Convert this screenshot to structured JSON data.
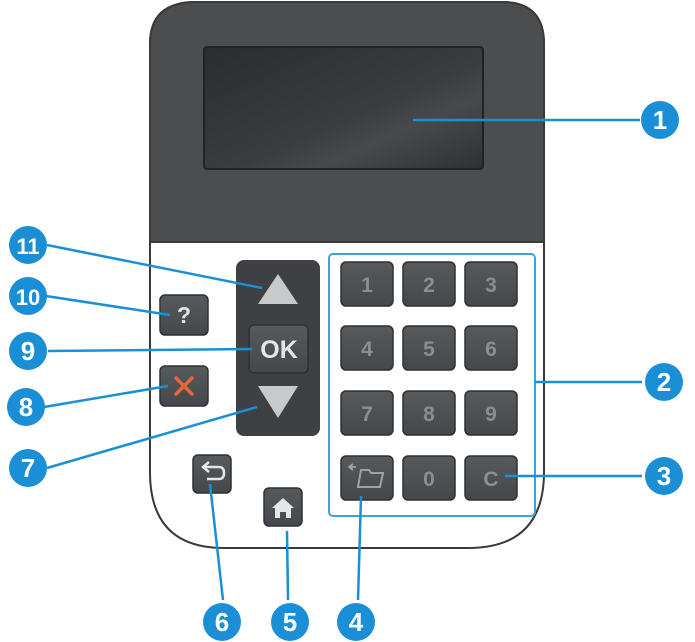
{
  "panel": {
    "keypad_keys": [
      "1",
      "2",
      "3",
      "4",
      "5",
      "6",
      "7",
      "8",
      "9",
      "0",
      "C"
    ],
    "ok_label": "OK",
    "help_label": "?"
  },
  "colors": {
    "bezel": "#4a4c4e",
    "screen": "#2c2e30",
    "key": "#505356",
    "key_text": "#8a8e92",
    "callout": "#1a8fd6",
    "cancel_x": "#e8663a",
    "keypad_outline": "#3aa3dc"
  },
  "callouts": [
    "1",
    "2",
    "3",
    "4",
    "5",
    "6",
    "7",
    "8",
    "9",
    "10",
    "11"
  ]
}
